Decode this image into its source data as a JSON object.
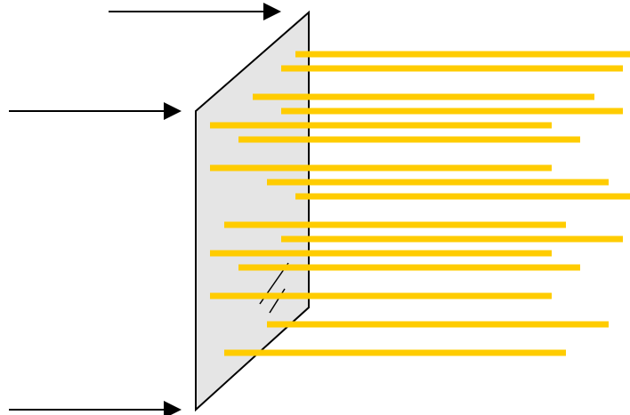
{
  "colors": {
    "background": "#ffffff",
    "panel_fill": "#e5e5e5",
    "panel_stroke": "#000000",
    "bar_color": "#ffcc00",
    "arrow_color": "#000000"
  },
  "incoming_arrows": [
    {
      "id": "top"
    },
    {
      "id": "middle"
    },
    {
      "id": "bottom"
    }
  ],
  "bars": [
    {
      "id": 1
    },
    {
      "id": 2
    },
    {
      "id": 3
    },
    {
      "id": 4
    },
    {
      "id": 5
    },
    {
      "id": 6
    },
    {
      "id": 7
    },
    {
      "id": 8
    },
    {
      "id": 9
    },
    {
      "id": 10
    },
    {
      "id": 11
    },
    {
      "id": 12
    },
    {
      "id": 13
    },
    {
      "id": 14
    },
    {
      "id": 15
    },
    {
      "id": 16
    }
  ],
  "panel_marks": {
    "count": 2
  }
}
